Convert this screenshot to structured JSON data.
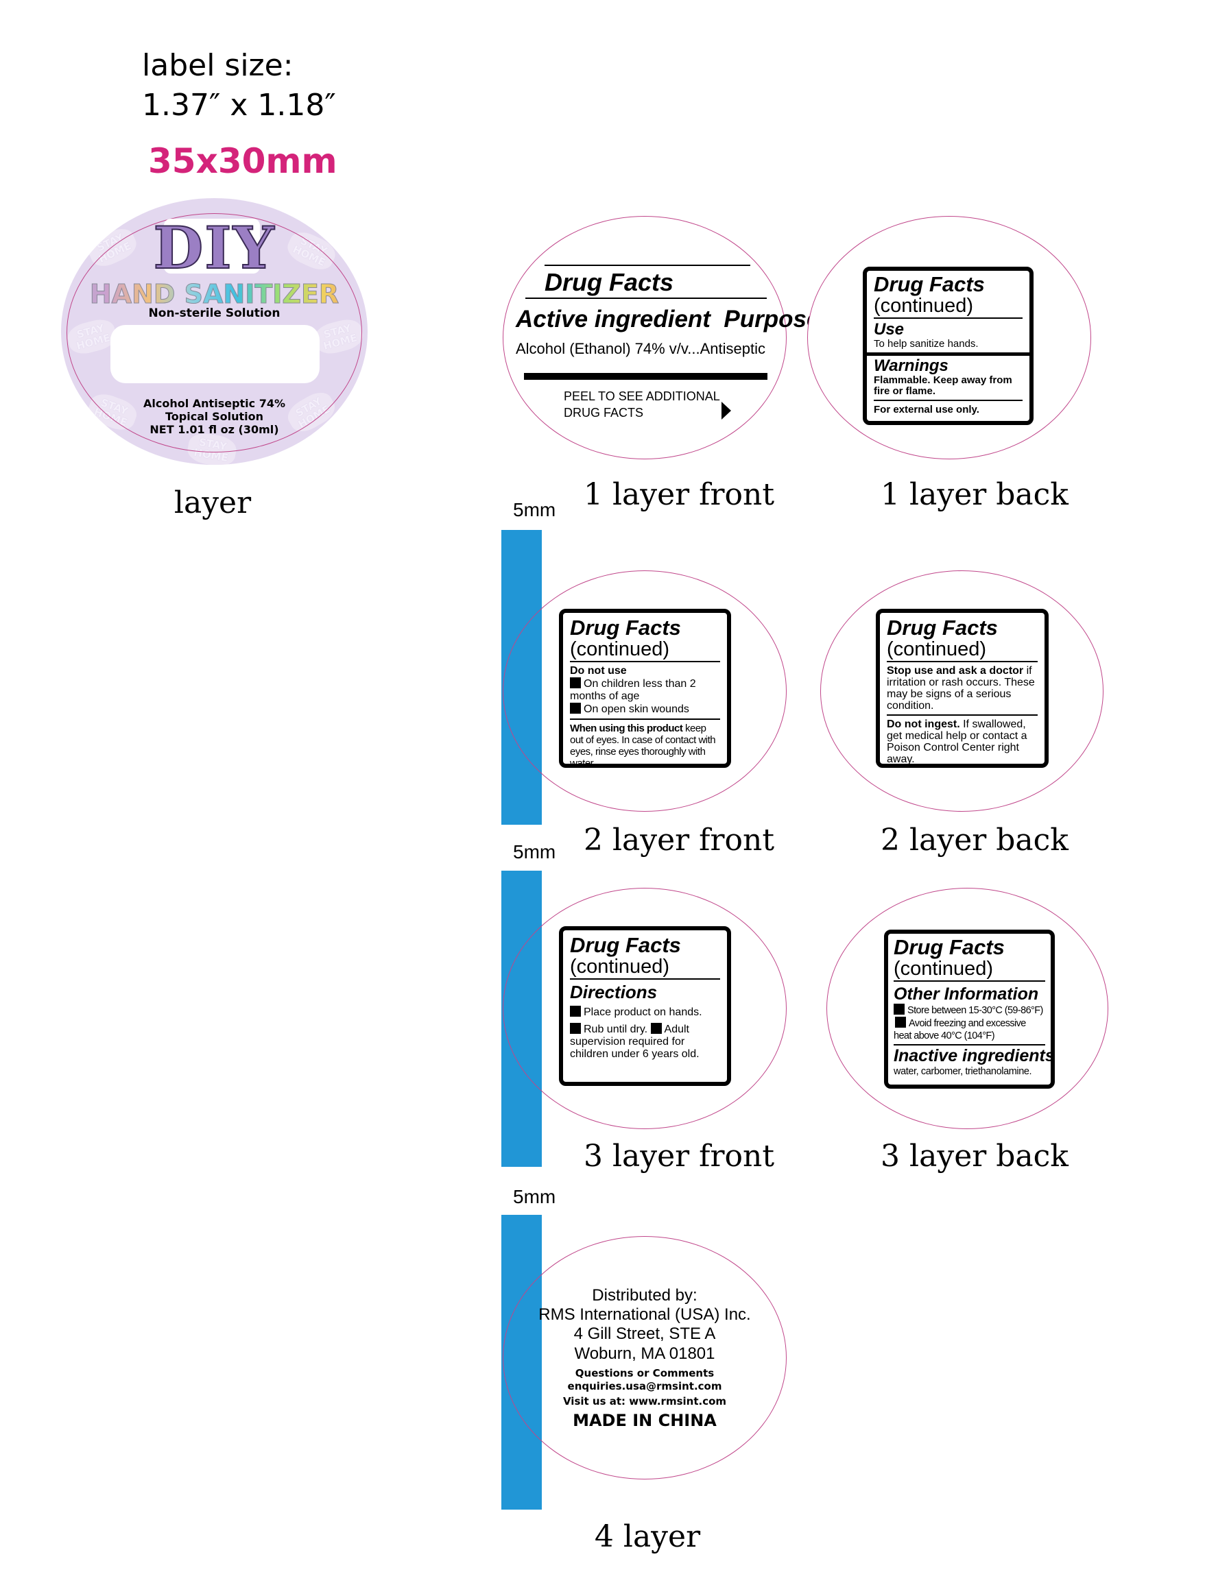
{
  "header": {
    "label_size_title": "label size:",
    "label_size_inches": "1.37″ x 1.18″",
    "label_size_mm": "35x30mm"
  },
  "front_label": {
    "logo": "DIY",
    "product": "HAND SANITIZER",
    "subtitle": "Non-sterile Solution",
    "line1": "Alcohol Antiseptic 74%",
    "line2": "Topical Solution",
    "line3": "NET 1.01 fl oz (30ml)",
    "background_motif": "STAY HOME",
    "caption": "layer"
  },
  "spacer_label": "5mm",
  "layer1_front": {
    "title": "Drug Facts",
    "heading_left": "Active ingredient",
    "heading_right": "Purpose",
    "ingredient": "Alcohol (Ethanol) 74% v/v...Antiseptic",
    "peel_line1": "PEEL TO SEE ADDITIONAL",
    "peel_line2": "DRUG FACTS",
    "caption": "1 layer front"
  },
  "layer1_back": {
    "title": "Drug Facts",
    "continued": "(continued)",
    "use_heading": "Use",
    "use_text": "To help sanitize hands.",
    "warnings_heading": "Warnings",
    "warning1": "Flammable. Keep away from fire or flame.",
    "warning2": "For external use only.",
    "caption": "1 layer back"
  },
  "layer2_front": {
    "title": "Drug Facts",
    "continued": "(continued)",
    "heading": "Do not use",
    "item1": "On children less than 2 months of age",
    "item2": "On open skin wounds",
    "when_bold": "When using this product",
    "when_text": " keep out of eyes. In case of contact with eyes, rinse eyes thoroughly with water.",
    "caption": "2 layer front"
  },
  "layer2_back": {
    "title": "Drug Facts",
    "continued": "(continued)",
    "stop_bold": "Stop use and ask a doctor",
    "stop_text": " if irritation or rash occurs. These may be signs of a serious condition.",
    "ingest_bold": "Do not ingest.",
    "ingest_text": " If swallowed, get medical help or contact a Poison Control Center right away.",
    "caption": "2 layer back"
  },
  "layer3_front": {
    "title": "Drug Facts",
    "continued": "(continued)",
    "heading": "Directions",
    "item1": "Place product on hands.",
    "item2": "Rub until dry.",
    "item3": "Adult supervision required for children under 6 years old.",
    "caption": "3 layer front"
  },
  "layer3_back": {
    "title": "Drug Facts",
    "continued": "(continued)",
    "heading": "Other Information",
    "item1": "Store between 15-30°C (59-86°F)",
    "item2": "Avoid freezing and excessive heat above 40°C (104°F)",
    "inactive_heading": "Inactive ingredients",
    "inactive_text": "water, carbomer, triethanolamine.",
    "caption": "3 layer back"
  },
  "layer4": {
    "l1": "Distributed by:",
    "l2": "RMS International (USA) Inc.",
    "l3": "4 Gill Street, STE A",
    "l4": "Woburn, MA 01801",
    "l5": "Questions or Comments",
    "l6": "enquiries.usa@rmsint.com",
    "l7": "Visit us at: www.rmsint.com",
    "l8": "MADE IN CHINA",
    "caption": "4 layer"
  },
  "colors": {
    "accent_mm": "#d4237a",
    "spacer_blue": "#2196d6",
    "die_line": "#c0468a",
    "front_bg": "#e3d8ef",
    "logo_purple": "#9b7fc4"
  }
}
